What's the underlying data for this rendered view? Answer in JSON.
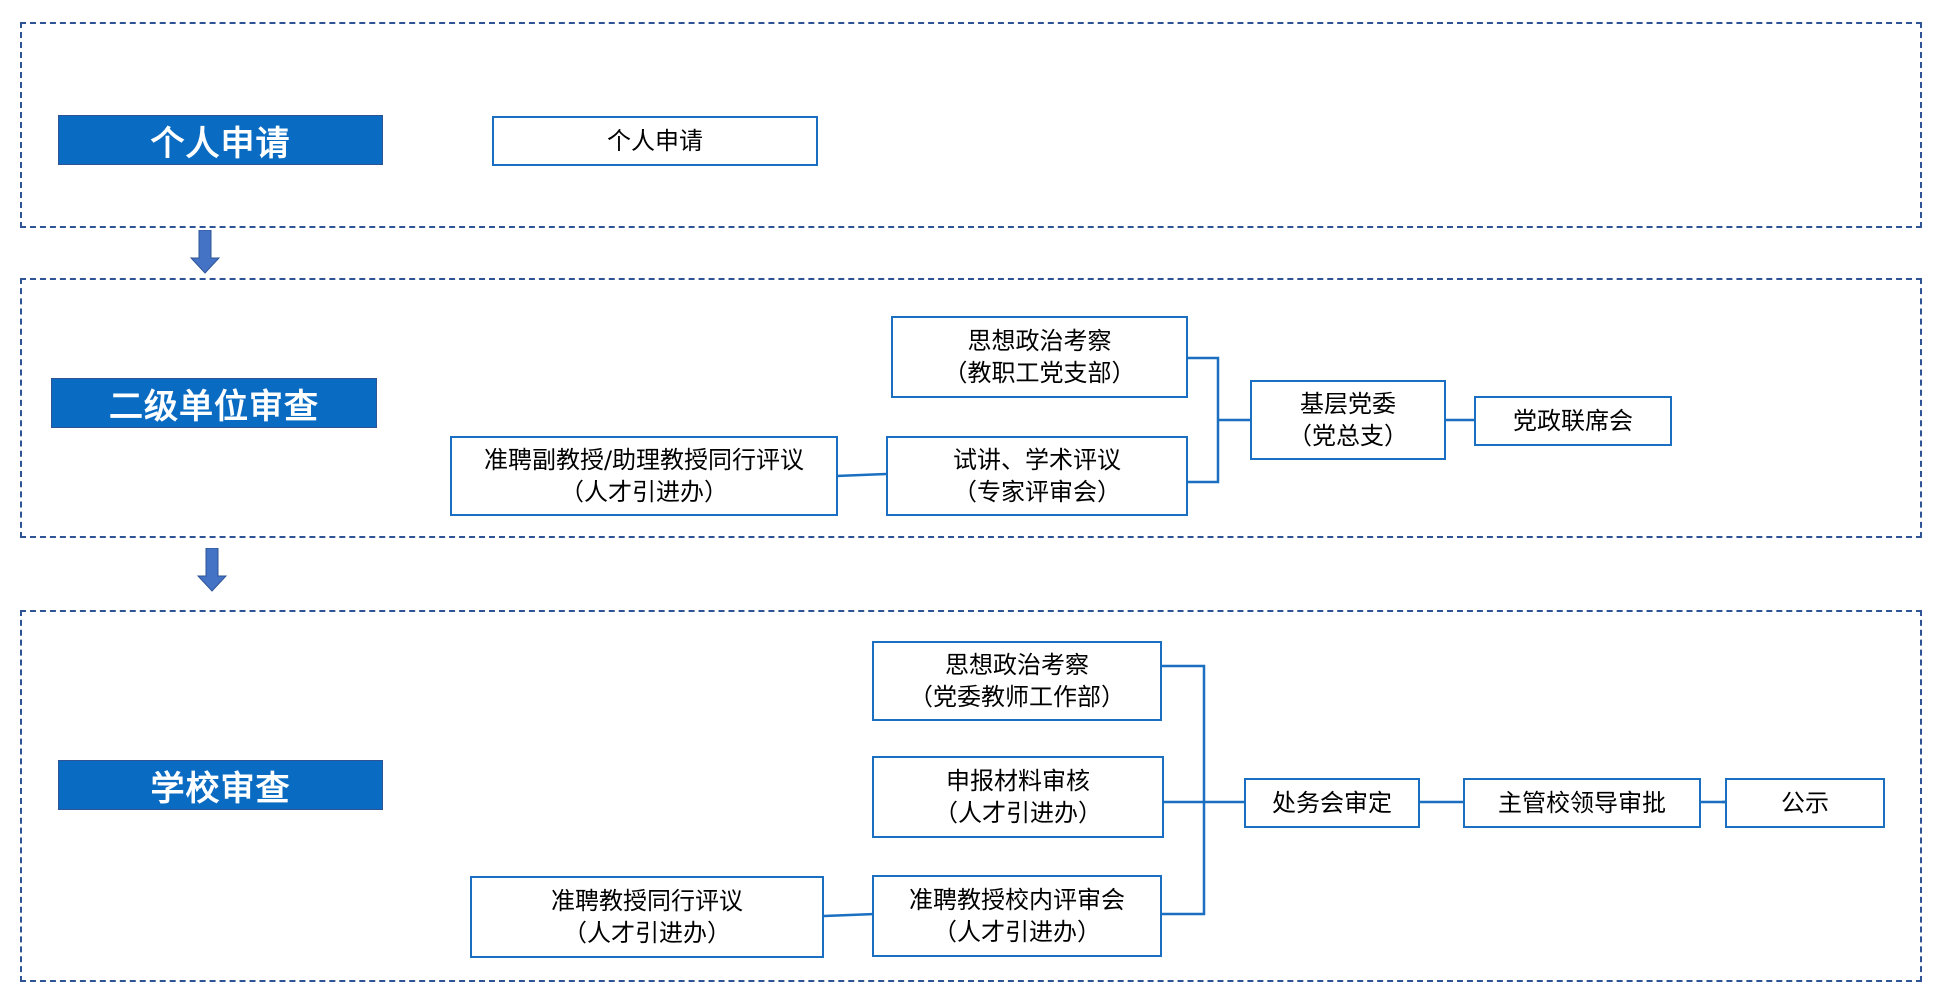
{
  "colors": {
    "stage_fill": "#0a6bc2",
    "box_border": "#1a6fc0",
    "dashed_border": "#2e5496",
    "arrow_fill": "#4472c4"
  },
  "stages": {
    "apply": "个人申请",
    "unit_review": "二级单位审查",
    "school_review": "学校审查"
  },
  "apply": {
    "box": "个人申请"
  },
  "unit": {
    "political": {
      "line1": "思想政治考察",
      "line2": "（教职工党支部）"
    },
    "lecture": {
      "line1": "试讲、学术评议",
      "line2": "（专家评审会）"
    },
    "peer": {
      "line1": "准聘副教授/助理教授同行评议",
      "line2": "（人才引进办）"
    },
    "party": {
      "line1": "基层党委",
      "line2": "（党总支）"
    },
    "joint": "党政联席会"
  },
  "school": {
    "political": {
      "line1": "思想政治考察",
      "line2": "（党委教师工作部）"
    },
    "materials": {
      "line1": "申报材料审核",
      "line2": "（人才引进办）"
    },
    "internal": {
      "line1": "准聘教授校内评审会",
      "line2": "（人才引进办）"
    },
    "peer": {
      "line1": "准聘教授同行评议",
      "line2": "（人才引进办）"
    },
    "office": "处务会审定",
    "leader": "主管校领导审批",
    "publicity": "公示"
  }
}
